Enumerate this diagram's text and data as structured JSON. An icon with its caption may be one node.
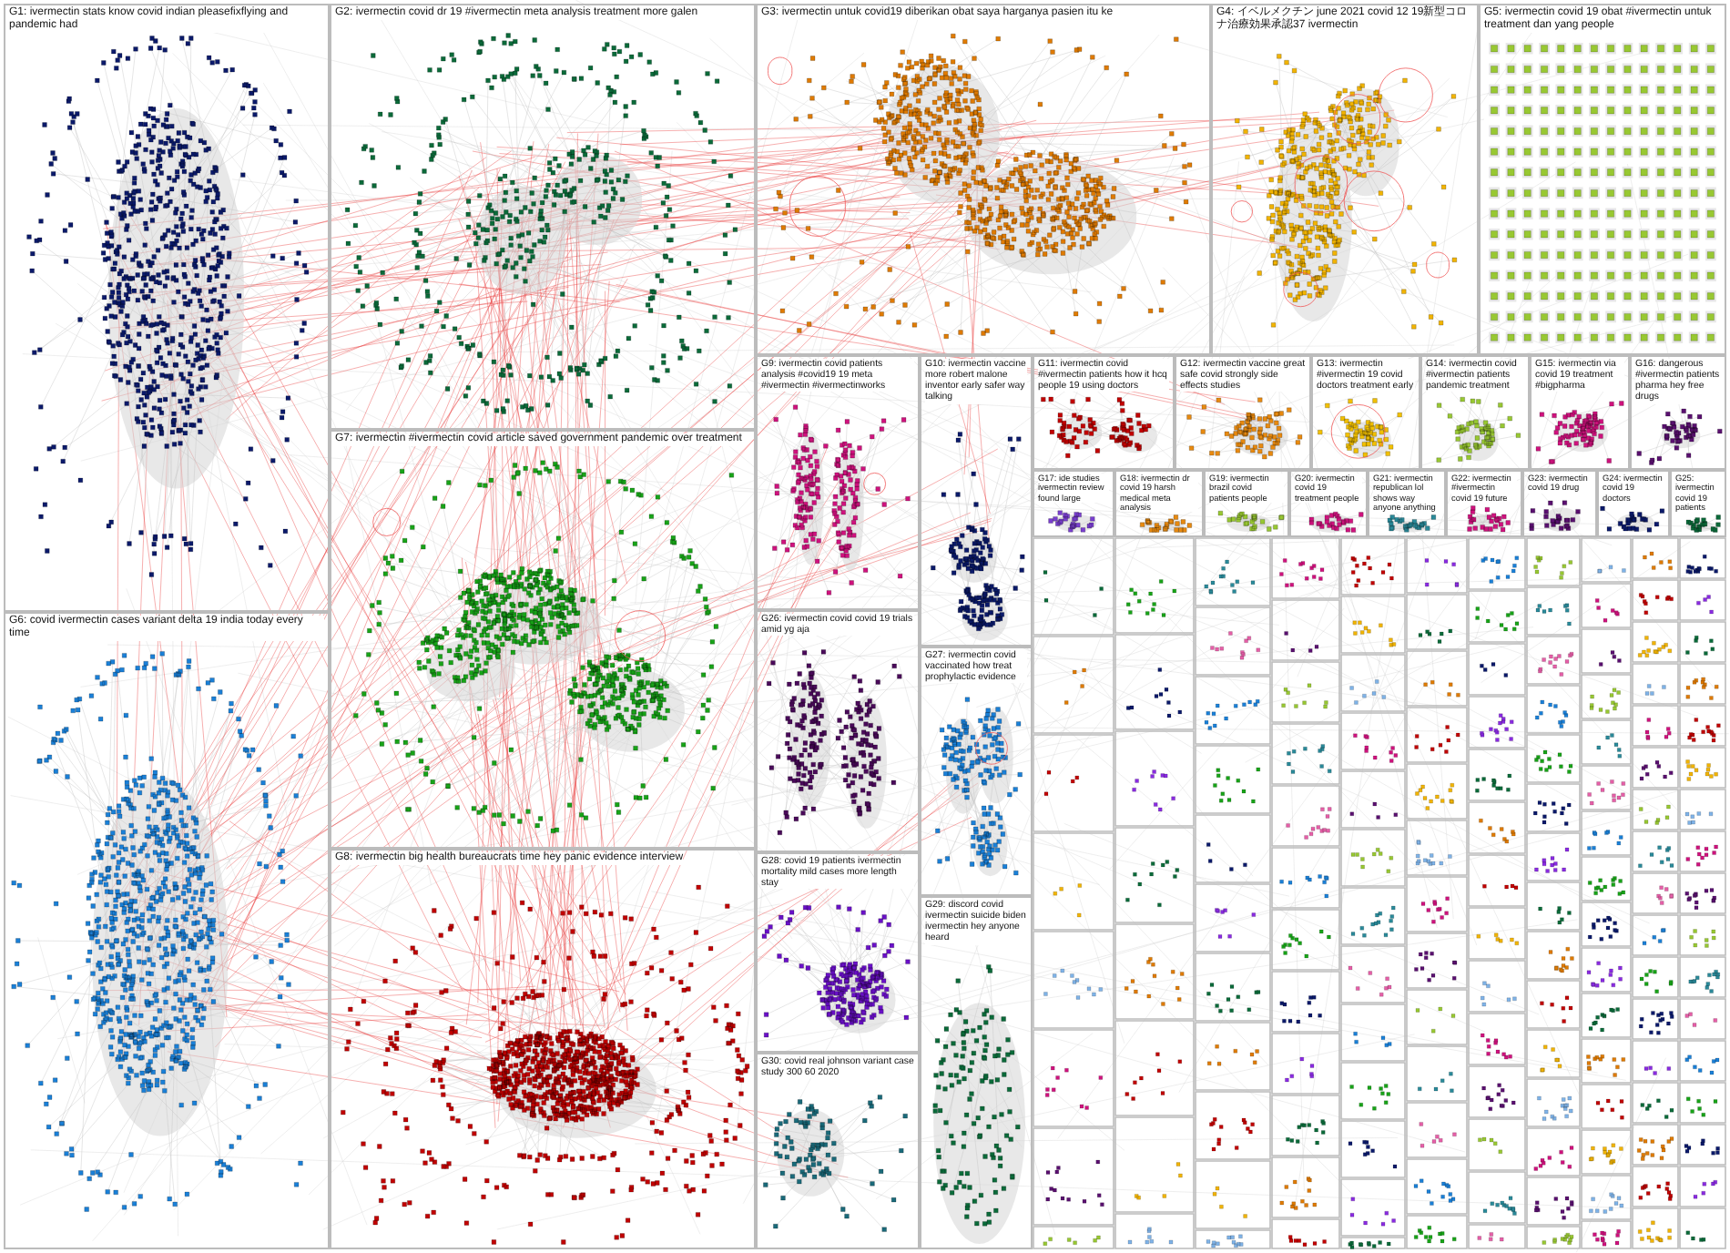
{
  "diagram": {
    "nodes": [
      {
        "text": [
          "G1: ivermectin stats know covid indian pleasefixflying and pandemic had"
        ]
      },
      {
        "text": [
          "G2: ivermectin covid dr 19 #ivermectin meta analysis treatment more galen"
        ]
      },
      {
        "text": [
          "G3: ivermectin untuk covid19 diberikan obat saya harganya pasien itu ke"
        ]
      },
      {
        "text": [
          "G4: イベルメクチン june 2021 covid 12 19新型コロナ治療効果承認37 ivermectin"
        ]
      },
      {
        "text": [
          "G5: ivermectin covid 19 obat #ivermectin untuk treatment dan yang people"
        ]
      },
      {
        "text": [
          "G6: covid ivermectin cases variant delta 19 india today every time"
        ]
      },
      {
        "text": [
          "G7: ivermectin #ivermectin covid article saved government pandemic over treatment"
        ]
      },
      {
        "text": [
          "G8: ivermectin big health bureaucrats time hey panic evidence interview"
        ]
      },
      {
        "text": [
          "G9: ivermectin covid patients analysis #covid19 19 meta #ivermectin #ivermectinworks"
        ]
      },
      {
        "text": [
          "G10: ivermectin vaccine more robert malone inventor early safer way talking"
        ]
      },
      {
        "text": [
          "G11: ivermectin covid #ivermectin patients how it hcq people 19 using doctors"
        ]
      },
      {
        "text": [
          "G12: ivermectin vaccine great safe covid strongly side effects studies"
        ]
      },
      {
        "text": [
          "G13: ivermectin #ivermectin 19 covid doctors treatment early"
        ]
      },
      {
        "text": [
          "G14: ivermectin covid #ivermectin patients pandemic treatment"
        ]
      },
      {
        "text": [
          "G15: ivermectin via covid 19 treatment #bigpharma"
        ]
      },
      {
        "text": [
          "G16: dangerous #ivermectin patients pharma hey free drugs"
        ]
      },
      {
        "text": [
          "G17: ide studies ivermectin review found large"
        ]
      },
      {
        "text": [
          "G18: ivermectin dr covid 19 harsh medical meta analysis"
        ]
      },
      {
        "text": [
          "G19: ivermectin brazil covid patients people"
        ]
      },
      {
        "text": [
          "G20: ivermectin covid 19 treatment people"
        ]
      },
      {
        "text": [
          "G21: ivermectin republican lol shows way anyone anything"
        ]
      },
      {
        "text": [
          "G22: ivermectin #ivermectin covid 19 future"
        ]
      },
      {
        "text": [
          "G23: ivermectin covid 19 drug"
        ]
      },
      {
        "text": [
          "G24: ivermectin covid 19 doctors"
        ]
      },
      {
        "text": [
          "G25: ivermectin covid 19 patients"
        ]
      },
      {
        "text": [
          "G26: ivermectin covid covid 19 trials amid yg aja"
        ]
      },
      {
        "text": [
          "G27: ivermectin covid vaccinated how treat prophylactic evidence"
        ]
      },
      {
        "text": [
          "G28: covid 19 patients ivermectin mortality mild cases more length stay"
        ]
      },
      {
        "text": [
          "G29: discord covid ivermectin suicide biden ivermectin hey anyone heard"
        ]
      },
      {
        "text": [
          "G30: covid real johnson variant case study 300 60 2020"
        ]
      }
    ]
  }
}
